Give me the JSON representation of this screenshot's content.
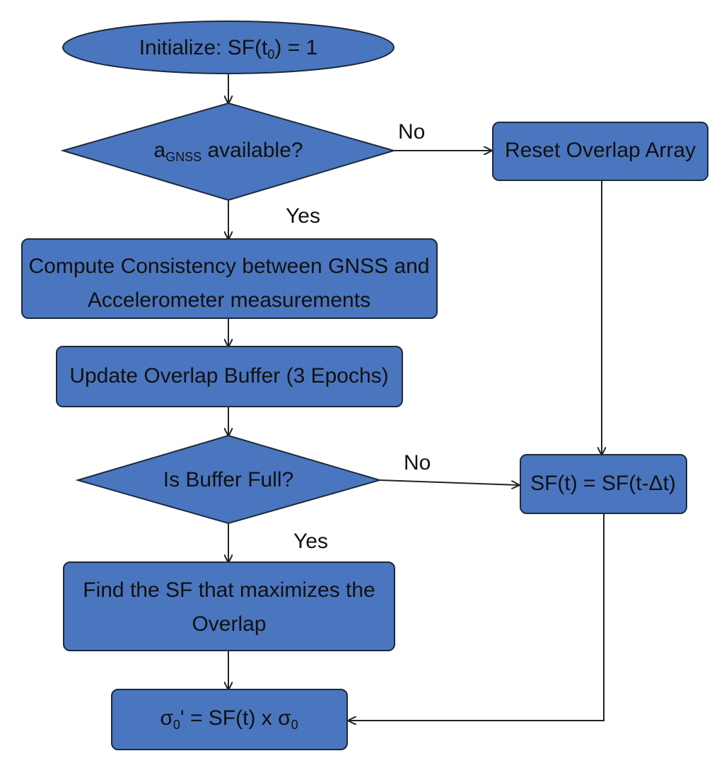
{
  "nodes": {
    "start": {
      "shape": "ellipse",
      "text": "Initialize: SF(t",
      "sub": "0",
      "tail": ") = 1"
    },
    "decision_gnss": {
      "shape": "diamond",
      "text": "a",
      "sub": "GNSS",
      "tail": " available?"
    },
    "reset": {
      "shape": "rect",
      "text": "Reset Overlap Array"
    },
    "compute": {
      "shape": "rect",
      "line1": "Compute Consistency between GNSS and",
      "line2": "Accelerometer measurements"
    },
    "update": {
      "shape": "rect",
      "text": "Update Overlap Buffer (3 Epochs)"
    },
    "decision_buffer": {
      "shape": "diamond",
      "text": "Is Buffer Full?"
    },
    "sf_hold": {
      "shape": "rect",
      "text": "SF(t) = SF(t-Δt)"
    },
    "find": {
      "shape": "rect",
      "line1": "Find the SF that maximizes the",
      "line2": "Overlap"
    },
    "final": {
      "shape": "rect",
      "a": "σ",
      "a_sub": "0",
      "b": "' = SF(t) x σ",
      "b_sub": "0"
    }
  },
  "edges": {
    "gnss_no": {
      "from": "decision_gnss",
      "to": "reset",
      "label": "No"
    },
    "gnss_yes": {
      "from": "decision_gnss",
      "to": "compute",
      "label": "Yes"
    },
    "buffer_no": {
      "from": "decision_buffer",
      "to": "sf_hold",
      "label": "No"
    },
    "buffer_yes": {
      "from": "decision_buffer",
      "to": "find",
      "label": "Yes"
    }
  },
  "colors": {
    "node_fill": "#4a76bf",
    "node_stroke": "#1b2a3a",
    "line": "#222222",
    "text": "#111111"
  }
}
